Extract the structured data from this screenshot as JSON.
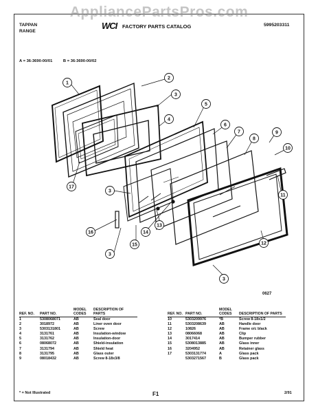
{
  "watermark": "AppliancePartsPros.com",
  "header": {
    "brand_line1": "TAPPAN",
    "brand_line2": "RANGE",
    "logo": "WCI",
    "catalog_title": "FACTORY PARTS CATALOG",
    "catalog_number": "5995203311"
  },
  "models": {
    "a": "A = 36-3690-00/01",
    "b": "B = 36-3690-00/02"
  },
  "diagram": {
    "callouts": [
      "1",
      "2",
      "3",
      "4",
      "5",
      "6",
      "7",
      "8",
      "9",
      "10",
      "11",
      "12",
      "3",
      "13",
      "14",
      "15",
      "16",
      "17",
      "3",
      "3"
    ],
    "figure_code": "0627"
  },
  "table": {
    "headers": [
      "REF. NO.",
      "PART NO.",
      "MODEL CODES",
      "DESCRIPTION OF PARTS"
    ],
    "left_rows": [
      [
        "1",
        "5308068071",
        "AB",
        "Seal door"
      ],
      [
        "2",
        "3018972",
        "AB",
        "Liner oven door"
      ],
      [
        "3",
        "5303131801",
        "AB",
        "Screw"
      ],
      [
        "4",
        "3131761",
        "AB",
        "Insulation-window"
      ],
      [
        "5",
        "3131762",
        "AB",
        "Insulation-door"
      ],
      [
        "6",
        "08068072",
        "AB",
        "Shield-insulation"
      ],
      [
        "7",
        "3131794",
        "AB",
        "Shield heat"
      ],
      [
        "8",
        "3131795",
        "AB",
        "Glass outer"
      ],
      [
        "9",
        "08018432",
        "AB",
        "Screw 8-18x3/8"
      ]
    ],
    "right_rows": [
      [
        "10",
        "5303209976",
        "*B",
        "Screw 8-18x1/2"
      ],
      [
        "11",
        "5303208639",
        "AB",
        "Handle door"
      ],
      [
        "12",
        "10826",
        "AB",
        "Frame o/c black"
      ],
      [
        "13",
        "08066068",
        "AB",
        "Clip"
      ],
      [
        "14",
        "3017414",
        "AB",
        "Bumper rubber"
      ],
      [
        "15",
        "5308013885",
        "AB",
        "Glass inner"
      ],
      [
        "16",
        "3204952",
        "AB",
        "Retainer glass"
      ],
      [
        "17",
        "5303131774",
        "A",
        "Glass pack"
      ],
      [
        "",
        "5303271567",
        "B",
        "Glass pack"
      ]
    ]
  },
  "footer": {
    "note": "* = Not Illustrated",
    "page": "F1",
    "date": "2/91"
  }
}
